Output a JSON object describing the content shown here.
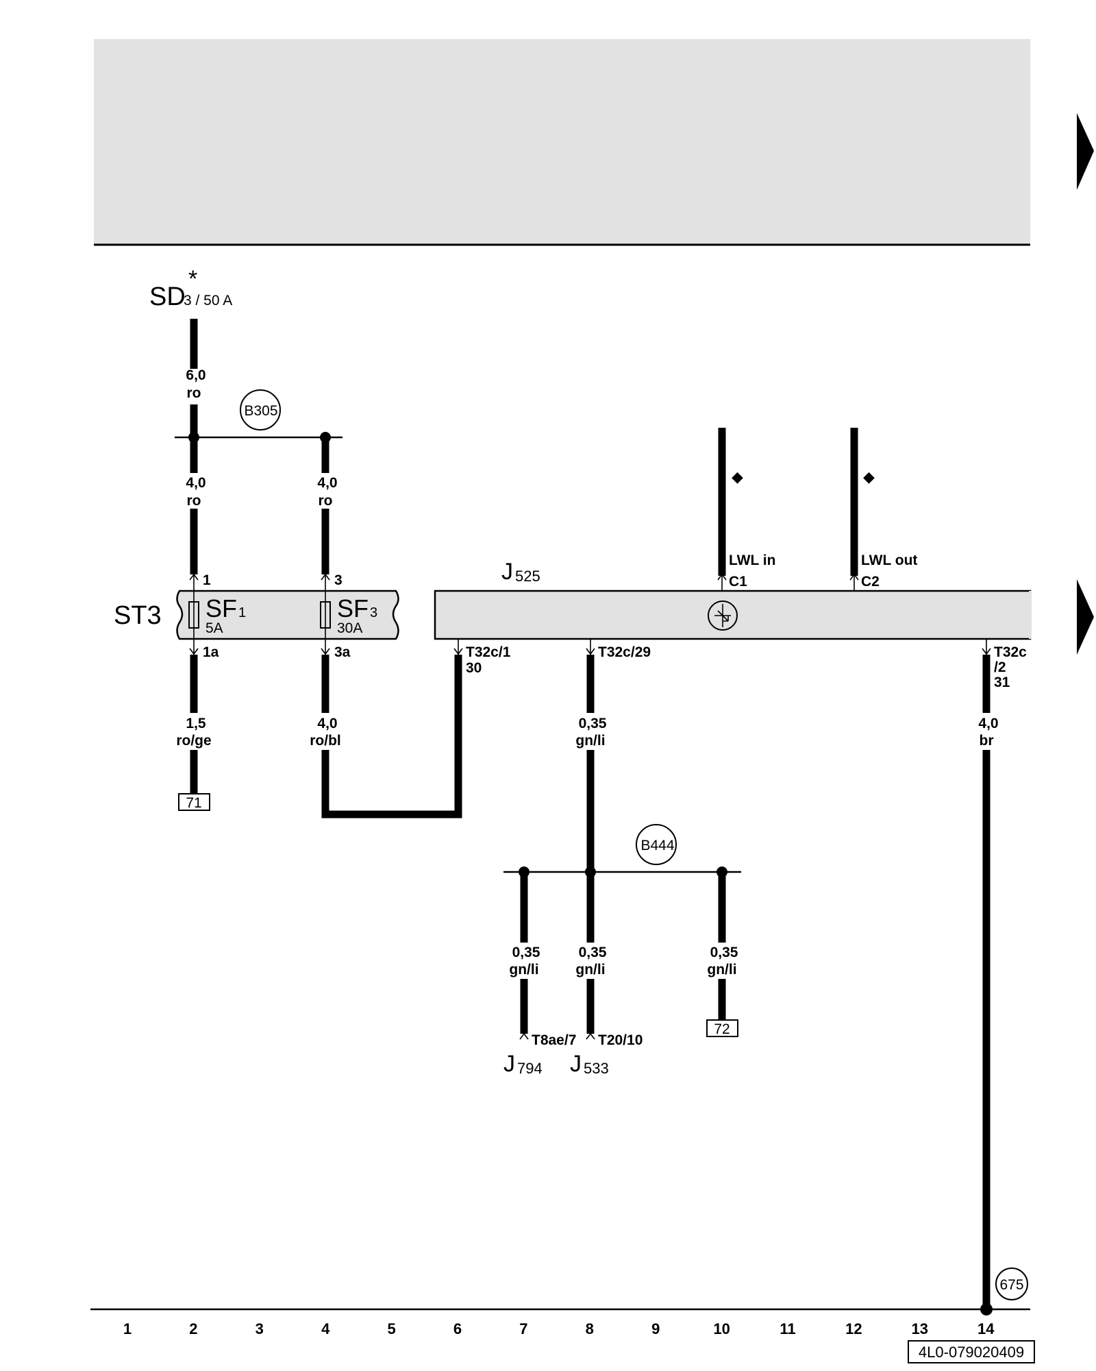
{
  "header": {
    "background": "#e2e2e2"
  },
  "supply": {
    "name": "SD",
    "sub": "3 / 50 A",
    "star": "*"
  },
  "splices": {
    "b305": "B305",
    "b444": "B444",
    "g675": "675"
  },
  "wires": {
    "w_sd": {
      "size": "6,0",
      "color": "ro"
    },
    "w_sf1": {
      "size": "4,0",
      "color": "ro"
    },
    "w_sf3": {
      "size": "4,0",
      "color": "ro"
    },
    "w_1a": {
      "size": "1,5",
      "color": "ro/ge"
    },
    "w_3a": {
      "size": "4,0",
      "color": "ro/bl"
    },
    "w_29": {
      "size": "0,35",
      "color": "gn/li"
    },
    "w_31": {
      "size": "4,0",
      "color": "br"
    },
    "w_j794": {
      "size": "0,35",
      "color": "gn/li"
    },
    "w_j533": {
      "size": "0,35",
      "color": "gn/li"
    },
    "w_72": {
      "size": "0,35",
      "color": "gn/li"
    }
  },
  "fusebox": {
    "name": "ST3",
    "sf1": {
      "name": "SF",
      "sub": "1",
      "rating": "5A",
      "pin_in": "1",
      "pin_out": "1a"
    },
    "sf3": {
      "name": "SF",
      "sub": "3",
      "rating": "30A",
      "pin_in": "3",
      "pin_out": "3a"
    }
  },
  "module": {
    "name": "J",
    "sub": "525",
    "pins": {
      "t30": {
        "conn": "T32c/1",
        "term": "30"
      },
      "t29": {
        "conn": "T32c/29"
      },
      "t31": {
        "conn": "T32c",
        "conn2": "/2",
        "term": "31"
      },
      "c1": {
        "label": "LWL in",
        "pin": "C1"
      },
      "c2": {
        "label": "LWL out",
        "pin": "C2"
      }
    },
    "diamond": "◆"
  },
  "refs": {
    "r71": "71",
    "r72": "72"
  },
  "components": {
    "j794": {
      "name": "J",
      "sub": "794",
      "pin": "T8ae/7"
    },
    "j533": {
      "name": "J",
      "sub": "533",
      "pin": "T20/10"
    }
  },
  "scale": [
    "1",
    "2",
    "3",
    "4",
    "5",
    "6",
    "7",
    "8",
    "9",
    "10",
    "11",
    "12",
    "13",
    "14"
  ],
  "doc_number": "4L0-079020409"
}
